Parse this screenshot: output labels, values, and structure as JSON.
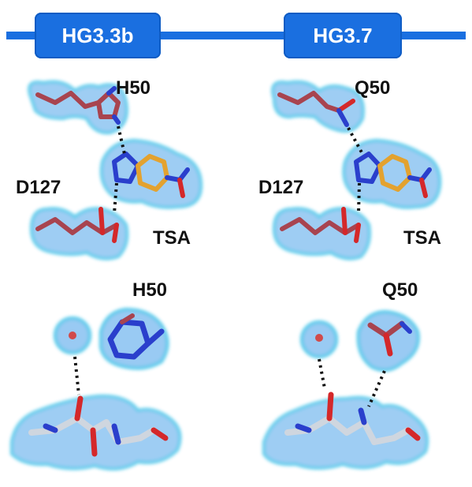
{
  "header": {
    "left_label": "HG3.3b",
    "right_label": "HG3.7"
  },
  "panels": {
    "top_left": {
      "residue_top": "H50",
      "residue_left": "D127",
      "ligand": "TSA"
    },
    "top_right": {
      "residue_top": "Q50",
      "residue_left": "D127",
      "ligand": "TSA"
    },
    "bottom_left": {
      "residue_top": "H50"
    },
    "bottom_right": {
      "residue_top": "Q50"
    }
  },
  "colors": {
    "header_blue": "#1a6fe0",
    "density_fill": "#8ec5f2",
    "density_edge": "#3ec3e8",
    "carbon_red": "#a8444f",
    "carbon_orange": "#e3a22f",
    "carbon_grey": "#cfd6df",
    "nitrogen": "#2a3fcc",
    "oxygen": "#d4282a",
    "water": "#d14a4a"
  }
}
